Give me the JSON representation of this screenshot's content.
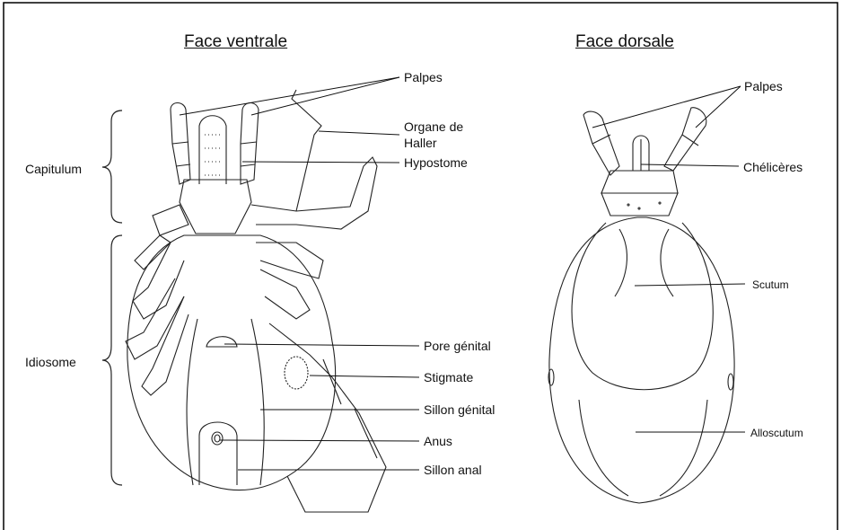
{
  "titles": {
    "ventral": "Face ventrale",
    "dorsal": "Face dorsale"
  },
  "ventral_labels": {
    "palpes": "Palpes",
    "organe_line1": "Organe de",
    "organe_line2": "Haller",
    "hypostome": "Hypostome",
    "pore_genital": "Pore génital",
    "stigmate": "Stigmate",
    "sillon_genital": "Sillon génital",
    "anus": "Anus",
    "sillon_anal": "Sillon anal"
  },
  "regions": {
    "capitulum": "Capitulum",
    "idiosome": "Idiosome"
  },
  "dorsal_labels": {
    "palpes": "Palpes",
    "cheliceres": "Chélicères",
    "scutum": "Scutum",
    "alloscutum": "Alloscutum"
  },
  "colors": {
    "line": "#222222",
    "border": "#000000",
    "background": "#ffffff"
  }
}
